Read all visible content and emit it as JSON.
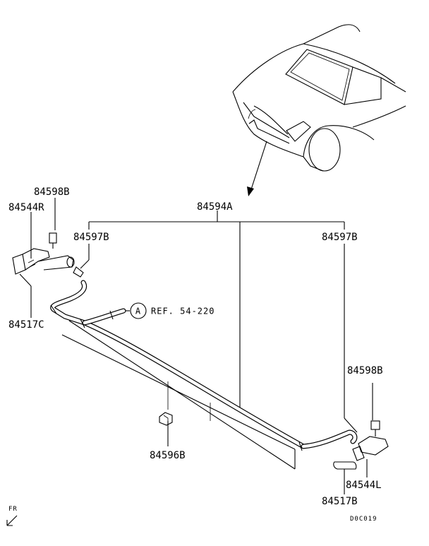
{
  "labels": {
    "p84598B_left": "84598B",
    "p84544R": "84544R",
    "p84594A": "84594A",
    "p84597B_left": "84597B",
    "p84597B_right": "84597B",
    "p84517C": "84517C",
    "ref_letter": "A",
    "ref_text": "REF. 54-220",
    "p84598B_right": "84598B",
    "p84596B": "84596B",
    "p84544L": "84544L",
    "p84517B": "84517B",
    "fr": "FR",
    "drawing_code": "D0C019"
  }
}
